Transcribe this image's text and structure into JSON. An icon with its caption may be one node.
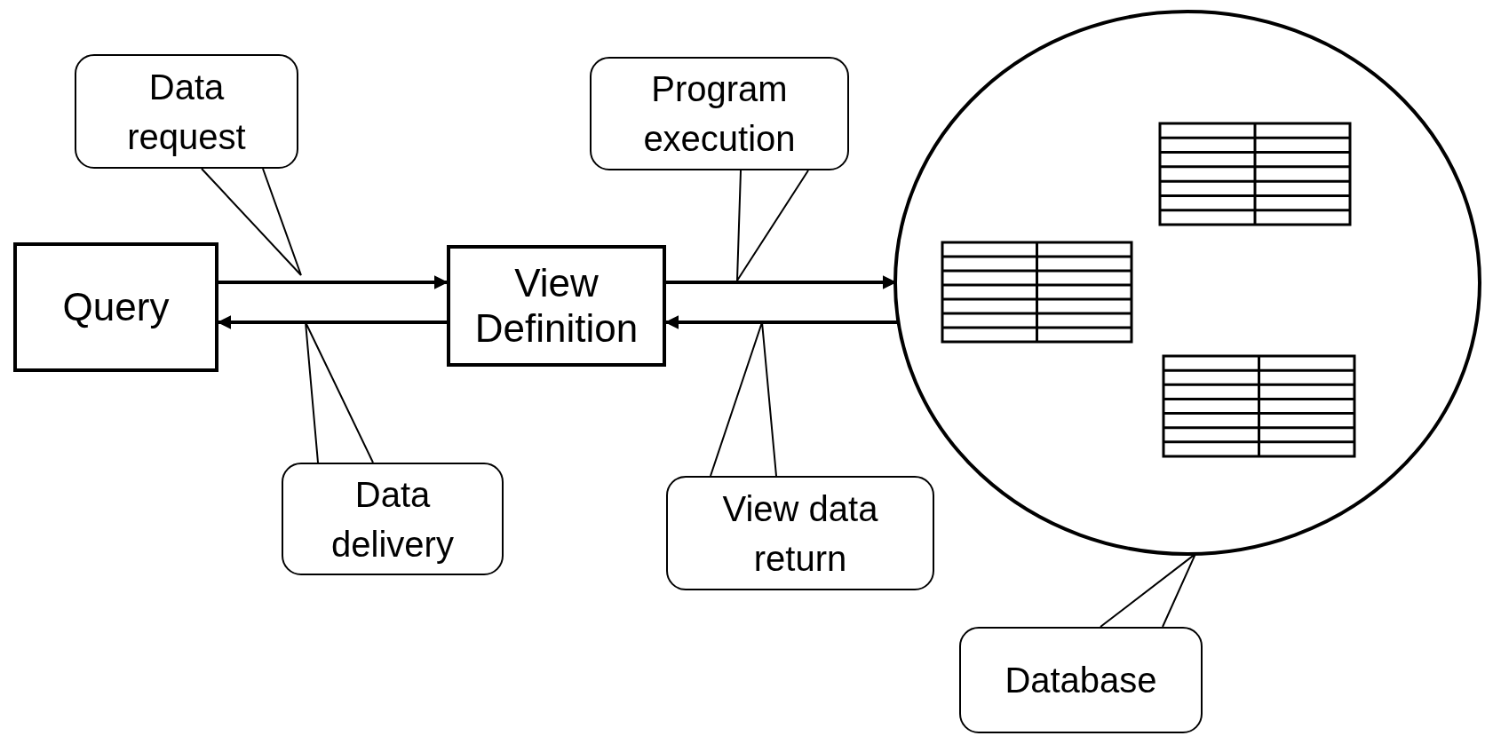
{
  "diagram": {
    "nodes": [
      {
        "text": [
          "Query"
        ]
      },
      {
        "text": [
          "View Definition"
        ]
      },
      {
        "text": [],
        "shape": "circle"
      },
      {
        "text": [
          "Data request"
        ]
      },
      {
        "text": [
          "Data delivery"
        ]
      },
      {
        "text": [
          "Program execution"
        ]
      },
      {
        "text": [
          "View data return"
        ]
      },
      {
        "text": [
          "Database"
        ]
      }
    ],
    "edges": [
      {
        "from": 0,
        "to": 1,
        "arrow": "to"
      },
      {
        "from": 1,
        "to": 0,
        "arrow": "to"
      },
      {
        "from": 1,
        "to": 2,
        "arrow": "to"
      },
      {
        "from": 2,
        "to": 1,
        "arrow": "to"
      },
      {
        "from": 3,
        "to": null,
        "arrow": "none"
      },
      {
        "from": 4,
        "to": null,
        "arrow": "none"
      },
      {
        "from": 5,
        "to": null,
        "arrow": "none"
      },
      {
        "from": 6,
        "to": null,
        "arrow": "none"
      },
      {
        "from": 7,
        "to": 2,
        "arrow": "none"
      }
    ]
  }
}
